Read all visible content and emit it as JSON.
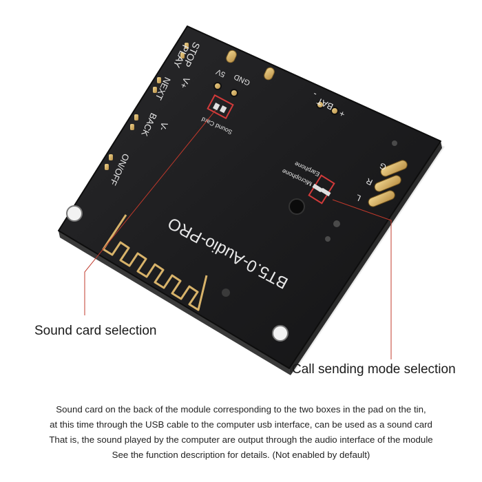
{
  "board": {
    "model_text": "BT5.0-Audio-PRO",
    "silkscreen": {
      "stop": "STOP",
      "play": "PLAY",
      "next": "NEXT",
      "v_plus": "V+",
      "back": "BACK",
      "v_minus": "V-",
      "on_off": "ON/OFF",
      "pin_5v": "5V",
      "pin_gnd": "GND",
      "bat_minus": "-",
      "bat_label": "BAT",
      "bat_plus": "+",
      "sound_card": "Sound Card",
      "earphone": "Earphone",
      "microphone": "Microphone",
      "pin_l": "L",
      "pin_r": "R",
      "pin_g": "G"
    }
  },
  "callouts": {
    "sound_card_selection": "Sound card selection",
    "call_sending_mode_selection": "Call sending mode selection"
  },
  "caption": {
    "line1": "Sound card on the back of the module corresponding to the two boxes in the pad on the tin,",
    "line2": "at this time through the USB cable to the computer usb interface, can be used as a sound card",
    "line3": "That is, the sound played by the computer are output through the audio interface of the module",
    "line4": "See the function description for details. (Not enabled by default)"
  },
  "colors": {
    "pcb": "#1d1d1f",
    "pad_gold": "#d8b36a",
    "callout_red": "#c0392b",
    "silkscreen": "#e8e8e8"
  }
}
